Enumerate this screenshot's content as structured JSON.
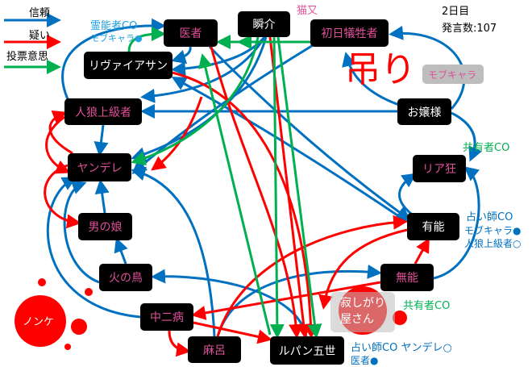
{
  "legend": [
    {
      "label": "信頼",
      "color": "#0070c0"
    },
    {
      "label": "疑い",
      "color": "#ff0000"
    },
    {
      "label": "投票意思",
      "color": "#00b050"
    }
  ],
  "status": {
    "day": "2日目",
    "message_count": "発言数:107"
  },
  "nodes": {
    "isha": "医者",
    "shunsuke": "瞬介",
    "shonichi": "初日犠牲者",
    "leviathan": "リヴァイアサン",
    "jinro": "人狼上級者",
    "ojou": "お嬢様",
    "yandere": "ヤンデレ",
    "riakyo": "リア狂",
    "otokonoko": "男の娘",
    "yuunou": "有能",
    "hinotori": "火の鳥",
    "munou": "無能",
    "chuuni": "中二病",
    "maro": "麻呂",
    "lupin": "ルパン五世",
    "sabishi1": "寂しがり",
    "sabishi2": "屋さん",
    "nonke": "ノンケ"
  },
  "annotations": {
    "nekomata": "猫又",
    "reinou_co": "霊能者CO",
    "mob1": "モブキャラ●",
    "hanged": "吊り",
    "hanged_role": "モブキャラ",
    "kyouyu1": "共有者CO",
    "uranai1": "占い師CO",
    "uranai1_r1": "モブキャラ●",
    "uranai1_r2": "人狼上級者○",
    "kyouyu2": "共有者CO",
    "uranai2": "占い師CO ヤンデレ○",
    "uranai2_r1": "医者●"
  },
  "colors": {
    "trust": "#0070c0",
    "doubt": "#ff0000",
    "vote": "#00b050",
    "node_bg": "#000000",
    "dead_label": "#e0509a"
  }
}
